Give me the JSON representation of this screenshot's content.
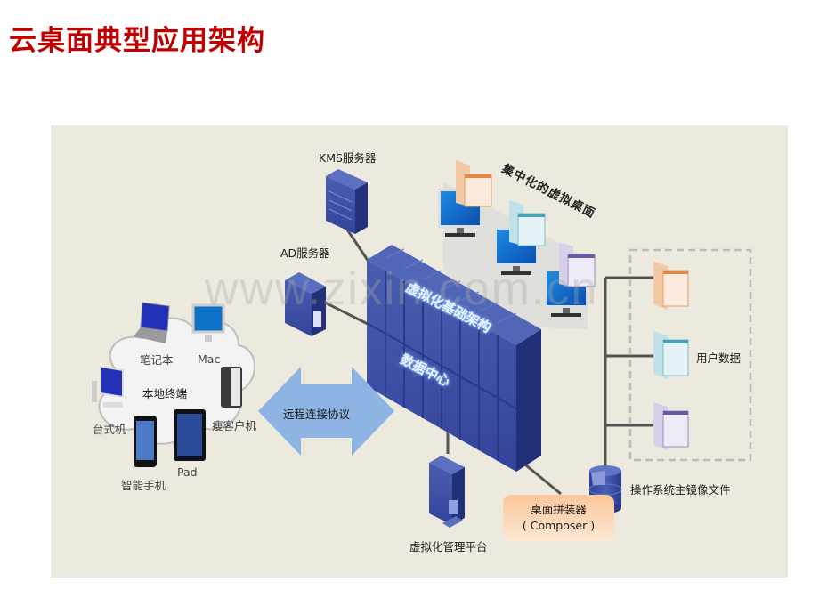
{
  "title": "云桌面典型应用架构",
  "watermark": "www.zixin.com.cn",
  "servers": {
    "kms": "KMS服务器",
    "ad": "AD服务器",
    "management": "虚拟化管理平台"
  },
  "data_center": {
    "upper_label": "虚拟化基础架构",
    "lower_label": "数据中心"
  },
  "virtual_desktops": {
    "label": "集中化的虚拟桌面"
  },
  "terminals": {
    "cloud_label": "本地终端",
    "devices": [
      "笔记本",
      "Mac",
      "台式机",
      "瘦客户机",
      "智能手机",
      "Pad"
    ]
  },
  "protocol_arrow": {
    "label": "远程连接协议",
    "color": "#8db4e2"
  },
  "composer": {
    "line1": "桌面拼装器",
    "line2": "( Composer )"
  },
  "storage": {
    "user_data_label": "用户数据",
    "os_image_label": "操作系统主镜像文件"
  },
  "colors": {
    "title": "#c00000",
    "panel": "#ece9df",
    "server_blue": "#3b4fa0",
    "connector": "#555555"
  }
}
